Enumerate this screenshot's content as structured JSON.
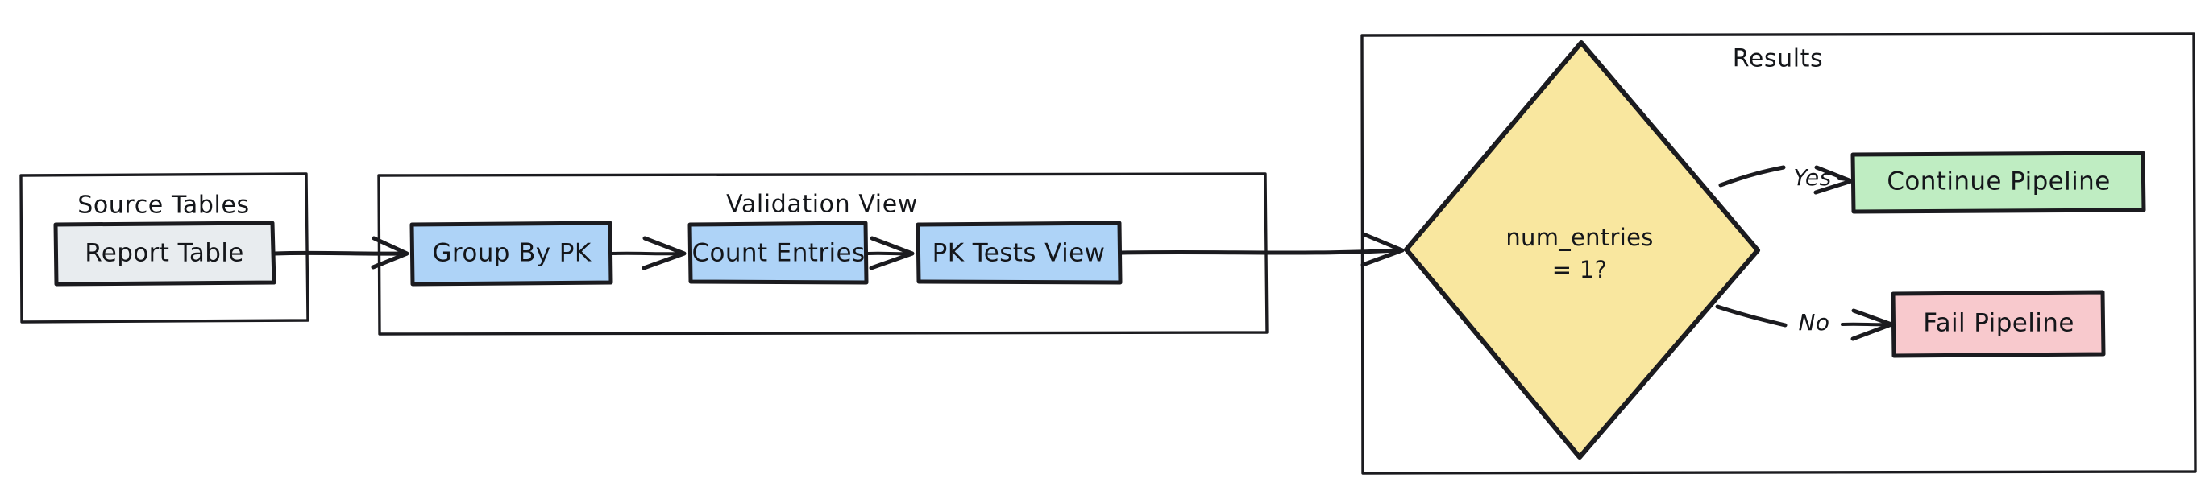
{
  "diagram": {
    "title": "Primary Key Validation Pipeline Flowchart",
    "style": "hand-drawn",
    "background": "#ffffff"
  },
  "palette": {
    "stroke": "#1b1b1f",
    "source_fill": "#e8ecef",
    "view_fill": "#aed3f7",
    "decision_fill": "#f9e79f",
    "success_fill": "#bfedc2",
    "failure_fill": "#f8c9cd",
    "container_fill": "#ffffff"
  },
  "groups": [
    {
      "id": "source-tables",
      "label": "Source Tables"
    },
    {
      "id": "validation-view",
      "label": "Validation View"
    },
    {
      "id": "results",
      "label": "Results"
    }
  ],
  "nodes": {
    "report_table": {
      "label": "Report Table",
      "group": "source-tables",
      "fill": "#e8ecef"
    },
    "group_by_pk": {
      "label": "Group By PK",
      "group": "validation-view",
      "fill": "#aed3f7"
    },
    "count_entries": {
      "label": "Count Entries",
      "group": "validation-view",
      "fill": "#aed3f7"
    },
    "pk_tests_view": {
      "label": "PK Tests View",
      "group": "validation-view",
      "fill": "#aed3f7"
    },
    "decision": {
      "label_line1": "num_entries",
      "label_line2": "= 1?",
      "group": "results",
      "fill": "#f9e79f"
    },
    "continue_pipeline": {
      "label": "Continue Pipeline",
      "group": "results",
      "fill": "#bfedc2"
    },
    "fail_pipeline": {
      "label": "Fail Pipeline",
      "group": "results",
      "fill": "#f8c9cd"
    }
  },
  "edges": [
    {
      "from": "report_table",
      "to": "group_by_pk",
      "label": ""
    },
    {
      "from": "group_by_pk",
      "to": "count_entries",
      "label": ""
    },
    {
      "from": "count_entries",
      "to": "pk_tests_view",
      "label": ""
    },
    {
      "from": "pk_tests_view",
      "to": "decision",
      "label": ""
    },
    {
      "from": "decision",
      "to": "continue_pipeline",
      "label": "Yes"
    },
    {
      "from": "decision",
      "to": "fail_pipeline",
      "label": "No"
    }
  ],
  "edge_labels": {
    "yes": "Yes",
    "no": "No"
  }
}
